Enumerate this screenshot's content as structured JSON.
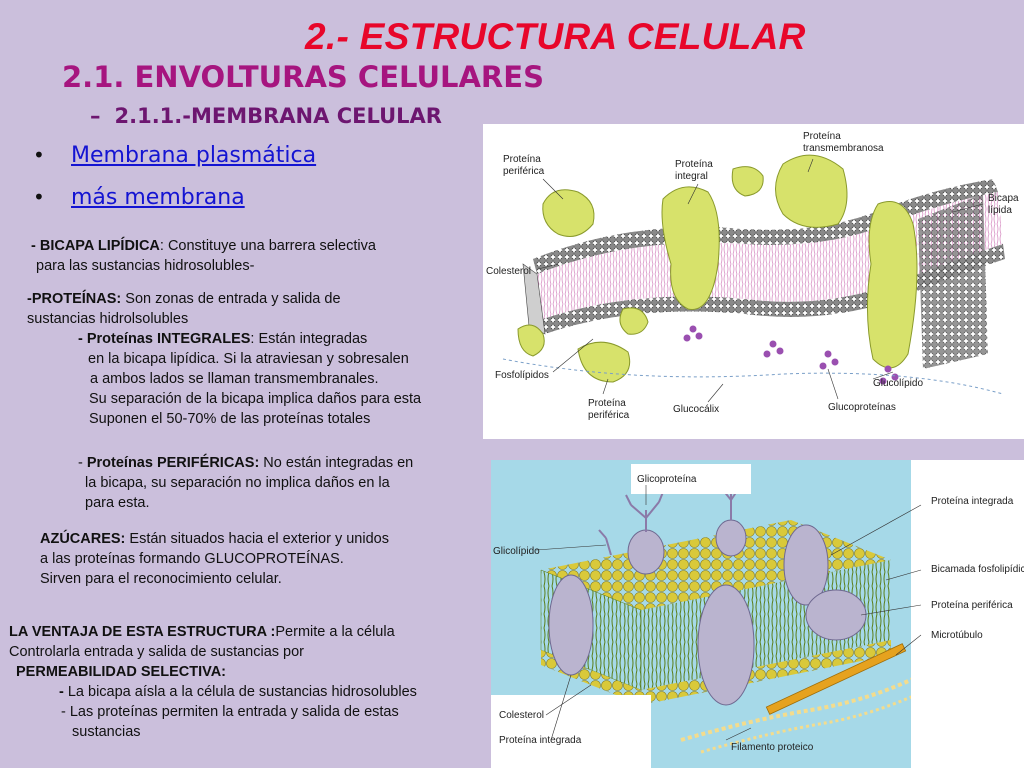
{
  "slide": {
    "title": "2.- ESTRUCTURA CELULAR",
    "subtitle1": "2.1. ENVOLTURAS CELULARES",
    "subtitle2_dash": "–",
    "subtitle2": "2.1.1.-MEMBRANA CELULAR",
    "bullet_symbol": "•",
    "links": [
      "Membrana plasmática",
      "más membrana"
    ]
  },
  "text": {
    "bicapa_head": "- BICAPA LIPÍDICA",
    "bicapa_body1": ": Constituye una barrera selectiva",
    "bicapa_body2": "para las sustancias hidrosolubles-",
    "prot_head": "-PROTEÍNAS:",
    "prot_body1": " Son zonas de entrada y salida de",
    "prot_body2": "sustancias hidrolsolubles",
    "integ_head": "- Proteínas INTEGRALES",
    "integ_body1": ": Están integradas",
    "integ_body2": "en la bicapa lipídica. Si la atraviesan y  sobresalen",
    "integ_body3": "a ambos lados se llaman transmembranales.",
    "integ_body4": "Su separación de la bicapa implica daños  para esta",
    "integ_body5": "Suponen el 50-70% de las proteínas totales",
    "perif_head": "Proteínas PERIFÉRICAS:",
    "perif_prefix": "- ",
    "perif_body1": " No están integradas en",
    "perif_body2": "la bicapa, su separación no implica daños en la",
    "perif_body3": "para esta.",
    "azu_head": "AZÚCARES:",
    "azu_body1": " Están situados hacia el exterior y unidos",
    "azu_body2": "a las proteínas formando GLUCOPROTEÍNAS.",
    "azu_body3": "Sirven para el reconocimiento celular.",
    "vent_head": "LA VENTAJA DE ESTA  ESTRUCTURA :",
    "vent_body1": "Permite a la célula",
    "vent_body2": "Controlarla entrada y salida de sustancias por",
    "vent_head2": "PERMEABILIDAD SELECTIVA:",
    "vent_item1_prefix": "- ",
    "vent_item1": "La bicapa aísla a la célula de sustancias hidrosolubles",
    "vent_item2": "- Las proteínas permiten la entrada y salida de estas",
    "vent_item2b": "sustancias"
  },
  "figure1": {
    "labels": {
      "periferica_top": [
        "Proteína",
        "periférica"
      ],
      "integral": [
        "Proteína",
        "integral"
      ],
      "transmembranosa": [
        "Proteína",
        "transmembranosa"
      ],
      "bicapa": [
        "Bicapa",
        "lípida"
      ],
      "colesterol": "Colesterol",
      "fosfolipidos": "Fosfolípidos",
      "periferica_bottom": [
        "Proteína",
        "periférica"
      ],
      "glucocalix": "Glucocálix",
      "glucoproteinas": "Glucoproteínas",
      "glucolipido": "Glucolípido"
    },
    "colors": {
      "protein": "#d7e26b",
      "head": "#7f7f7f",
      "tail": "#e0a6d0",
      "sugar": "#9a4fb0"
    }
  },
  "figure2": {
    "labels": {
      "glicoproteina": "Glicoproteína",
      "proteina_integrada_top": "Proteína integrada",
      "glicolipido": "Glicolípido",
      "bicamada": "Bicamada fosfolipídica",
      "proteina_periferica": "Proteína periférica",
      "microtubulo": "Microtúbulo",
      "colesterol": "Colesterol",
      "filamento": "Filamento proteico",
      "proteina_integrada_bottom": "Proteína integrada"
    },
    "colors": {
      "bg": "#a6d9e8",
      "head": "#d9c93a",
      "tail": "#6a8e25",
      "protein": "#bab4cf",
      "tube": "#e6a21e"
    }
  }
}
